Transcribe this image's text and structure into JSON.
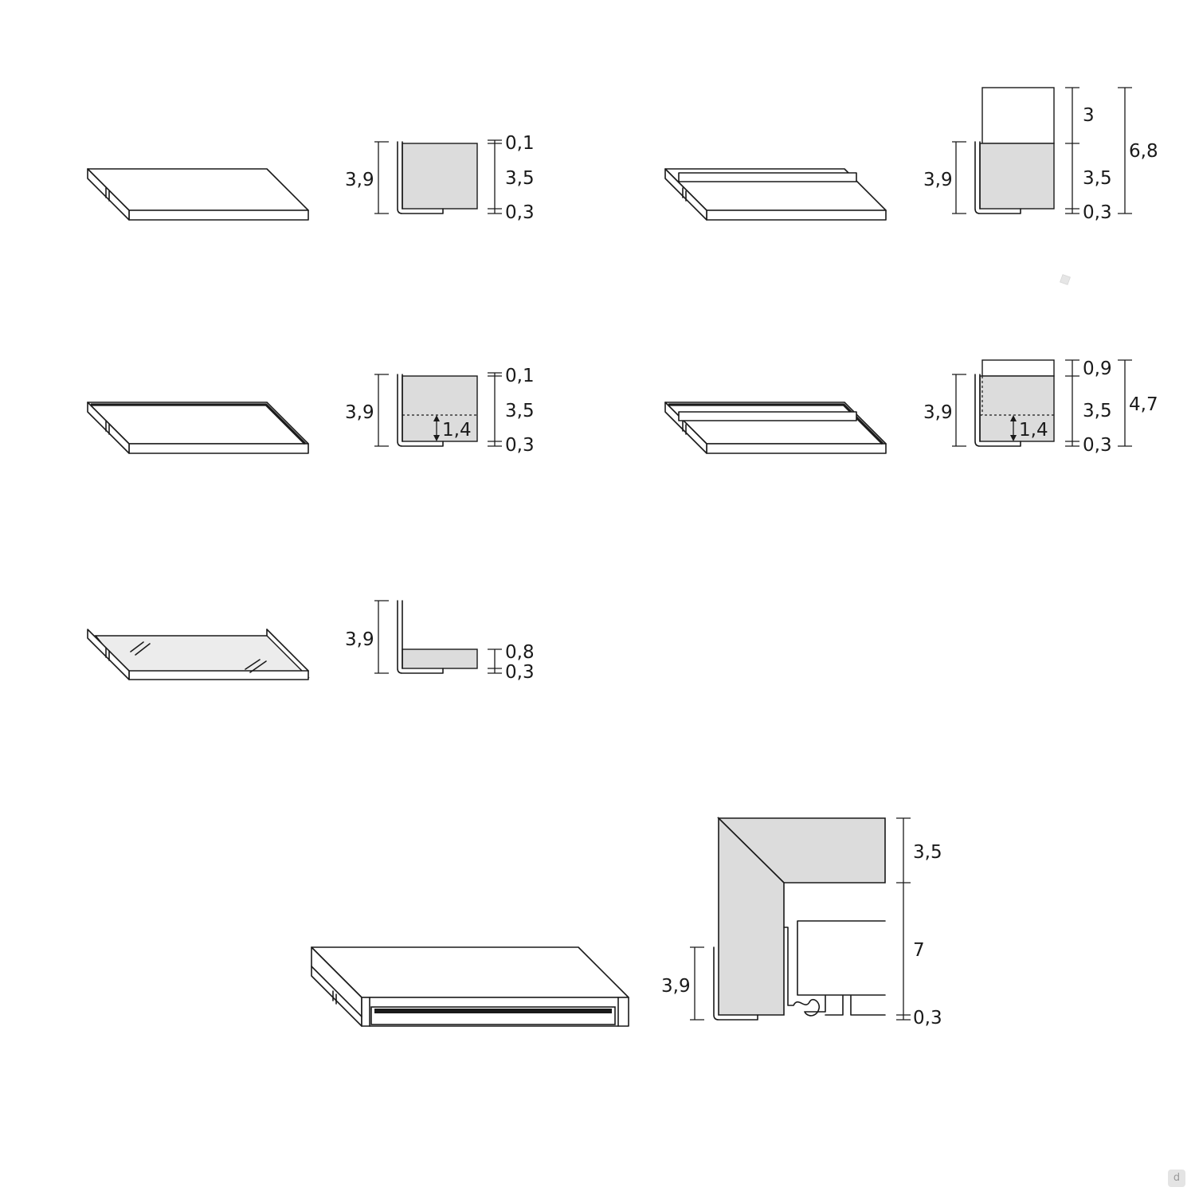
{
  "colors": {
    "line": "#1a1a1a",
    "fill": "#dcdcdc",
    "glass": "#ececec",
    "background": "#ffffff"
  },
  "panels": {
    "shelf_plain": {
      "d_total": "3,9",
      "d_top": "0,1",
      "d_mid": "3,5",
      "d_bot": "0,3"
    },
    "shelf_back": {
      "d_total": "3,9",
      "d_back": "3",
      "d_mid": "3,5",
      "d_bot": "0,3",
      "d_overall": "6,8"
    },
    "shelf_edge": {
      "d_total": "3,9",
      "d_top": "0,1",
      "d_mid": "3,5",
      "d_bot": "0,3",
      "d_inner": "1,4"
    },
    "shelf_edge_back": {
      "d_total": "3,9",
      "d_back": "0,9",
      "d_mid": "3,5",
      "d_bot": "0,3",
      "d_inner": "1,4",
      "d_overall": "4,7"
    },
    "shelf_glass": {
      "d_total": "3,9",
      "d_glass": "0,8",
      "d_bot": "0,3"
    },
    "drawer": {
      "d_top": "3,5",
      "d_front": "7",
      "d_bot": "0,3",
      "d_total": "3,9"
    }
  },
  "watermark": {
    "icon": "logo-icon",
    "text": "d"
  }
}
